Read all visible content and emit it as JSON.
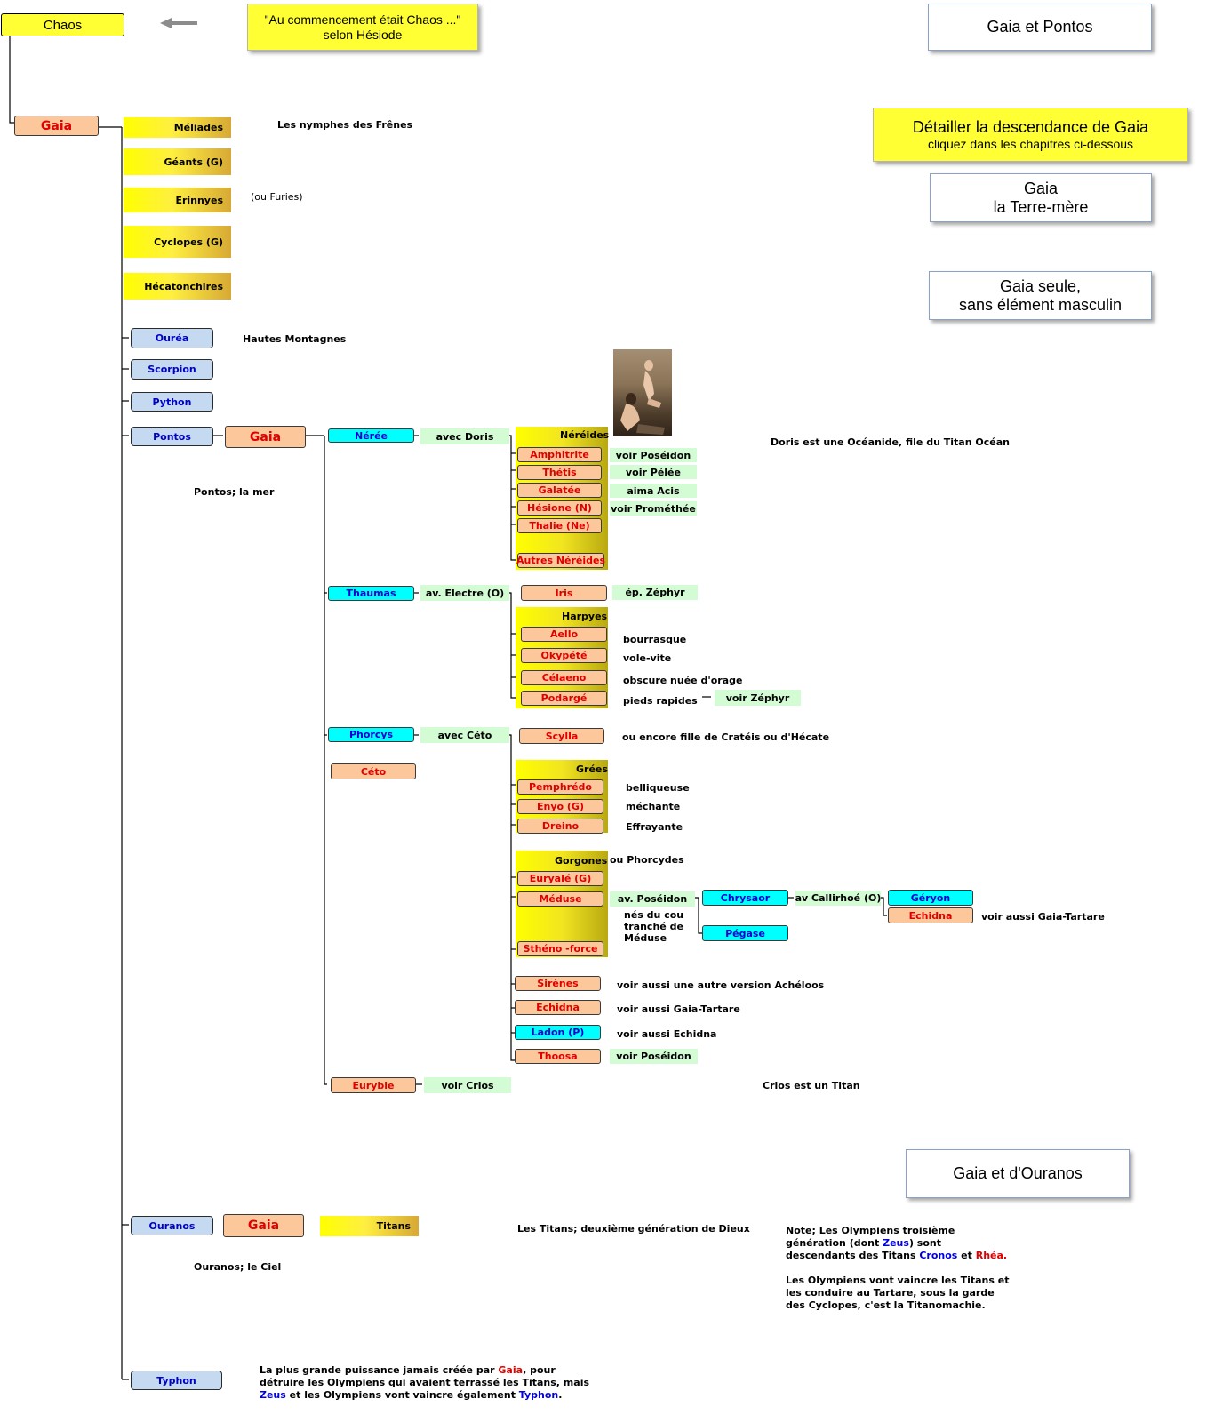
{
  "title_boxes": {
    "chaos": "Chaos",
    "quote": [
      "\"Au commencement était Chaos ...\"",
      "selon Hésiode"
    ],
    "gaia_pontos": "Gaia et Pontos",
    "detail": [
      "Détailler la descendance de Gaia",
      "cliquez dans les chapitres ci-dessous"
    ],
    "terre_mere": [
      "Gaia",
      "la Terre-mère"
    ],
    "gaia_seule": [
      "Gaia seule,",
      "sans élément masculin"
    ],
    "gaia_ouranos": "Gaia et d'Ouranos"
  },
  "gaia": {
    "label": "Gaia",
    "children_yellow": [
      "Méliades",
      "Géants (G)",
      "Erinnyes",
      "Cyclopes (G)",
      "Hécatonchires"
    ],
    "notes": {
      "meliades": "Les nymphes des Frênes",
      "erinnyes": "(ou Furies)",
      "ourea": "Hautes Montagnes"
    },
    "children_blue": [
      "Ouréa",
      "Scorpion",
      "Python",
      "Pontos",
      "Ouranos",
      "Typhon"
    ]
  },
  "pontos": {
    "partner": "Gaia",
    "note": "Pontos; la mer",
    "children": [
      "Nérée",
      "Thaumas",
      "Phorcys",
      "Céto",
      "Eurybie"
    ]
  },
  "neree": {
    "with": "avec Doris",
    "panel_title": "Néréides",
    "nereides": [
      "Amphitrite",
      "Thétis",
      "Galatée",
      "Hésione (N)",
      "Thalie (Ne)",
      "Autres Néréides"
    ],
    "notes": [
      "voir Poséidon",
      "voir Pélée",
      "aima Acis",
      "voir Prométhée"
    ],
    "doris_note": "Doris est une Océanide, file du Titan Océan"
  },
  "thaumas": {
    "with": "av. Electre (O)",
    "iris": "Iris",
    "iris_note": "ép. Zéphyr",
    "panel_title": "Harpyes",
    "harpyes": [
      "Aello",
      "Okypété",
      "Célaeno",
      "Podargé"
    ],
    "notes": [
      "bourrasque",
      "vole-vite",
      "obscure nuée d'orage",
      "pieds rapides"
    ],
    "zephyr": "voir Zéphyr"
  },
  "phorcys": {
    "with": "avec Céto",
    "scylla": "Scylla",
    "scylla_note": "ou encore fille de Cratéis ou d'Hécate",
    "grees_title": "Grées",
    "grees": [
      "Pemphrédo",
      "Enyo (G)",
      "Dreino"
    ],
    "grees_notes": [
      "belliqueuse",
      "méchante",
      "Effrayante"
    ],
    "gorgones_title": "Gorgones",
    "gorgones_note": "ou Phorcydes",
    "gorgones": [
      "Euryalé (G)",
      "Méduse",
      "Sthéno -force"
    ],
    "meduse_with": "av. Poséidon",
    "born_note": [
      "nés du cou",
      "tranché de",
      "Méduse"
    ],
    "chrysaor": "Chrysaor",
    "pegase": "Pégase",
    "callirhoe": "av Callirhoé (O)",
    "geryon": "Géryon",
    "echidna": "Echidna",
    "echidna_note": "voir aussi Gaia-Tartare",
    "others": [
      "Sirènes",
      "Echidna",
      "Ladon (P)",
      "Thoosa"
    ],
    "others_notes": [
      "voir aussi une autre version Achéloos",
      "voir aussi Gaia-Tartare",
      "voir aussi Echidna"
    ],
    "thoosa_note": "voir Poséidon"
  },
  "eurybie": {
    "note": "voir Crios",
    "crios": "Crios est un Titan"
  },
  "ouranos": {
    "partner": "Gaia",
    "titans": "Titans",
    "titans_note": "Les Titans; deuxième génération de Dieux",
    "sky_note": "Ouranos; le Ciel",
    "olympians_1": [
      "Note; Les Olympiens troisième",
      "génération (dont ",
      "Zeus",
      ") sont",
      "descendants des Titans ",
      "Cronos",
      " et ",
      "Rhéa."
    ],
    "olympians_2": [
      "Les Olympiens vont vaincre les Titans et",
      "les conduire au Tartare, sous la garde",
      "des Cyclopes, c'est la Titanomachie."
    ]
  },
  "typhon": {
    "text": [
      "La plus grande puissance jamais créée par ",
      "Gaia",
      ", pour",
      "détruire les Olympiens qui avaient terrassé les Titans, mais",
      "Zeus",
      " et les Olympiens vont vaincre également ",
      "Typhon",
      "."
    ]
  },
  "colors": {
    "orange_box": "#fcc89b",
    "cyan_box": "#00ffff",
    "blue_box": "#c5d9f1",
    "yellow": "#ffff00",
    "green_note": "#d4fcd4"
  }
}
